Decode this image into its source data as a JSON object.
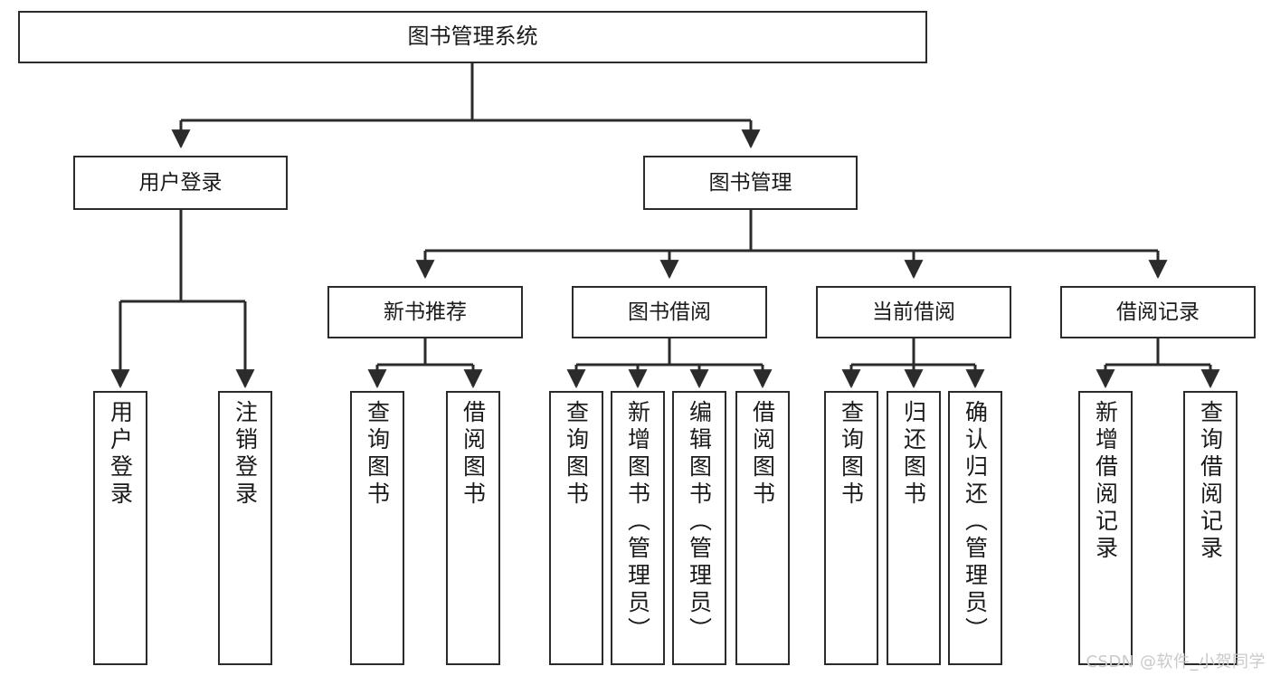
{
  "diagram": {
    "title": "图书管理系统",
    "type": "hierarchy-tree",
    "colors": {
      "box_border": "#2b2b2b",
      "box_fill": "#ffffff",
      "edge": "#2b2b2b",
      "text": "#1a1a1a",
      "watermark": "#c9c9c9"
    },
    "nodes": {
      "root": {
        "label": "图书管理系统"
      },
      "level2": [
        {
          "label": "用户登录"
        },
        {
          "label": "图书管理"
        }
      ],
      "level3": [
        {
          "label": "新书推荐"
        },
        {
          "label": "图书借阅"
        },
        {
          "label": "当前借阅"
        },
        {
          "label": "借阅记录"
        }
      ],
      "leaves": [
        {
          "label": "用户登录"
        },
        {
          "label": "注销登录"
        },
        {
          "label": "查询图书"
        },
        {
          "label": "借阅图书"
        },
        {
          "label": "查询图书"
        },
        {
          "label": "新增图书（管理员）"
        },
        {
          "label": "编辑图书（管理员）"
        },
        {
          "label": "借阅图书"
        },
        {
          "label": "查询图书"
        },
        {
          "label": "归还图书"
        },
        {
          "label": "确认归还（管理员）"
        },
        {
          "label": "新增借阅记录"
        },
        {
          "label": "查询借阅记录"
        }
      ]
    }
  },
  "watermark": {
    "text": "CSDN @软件_小贺同学"
  }
}
